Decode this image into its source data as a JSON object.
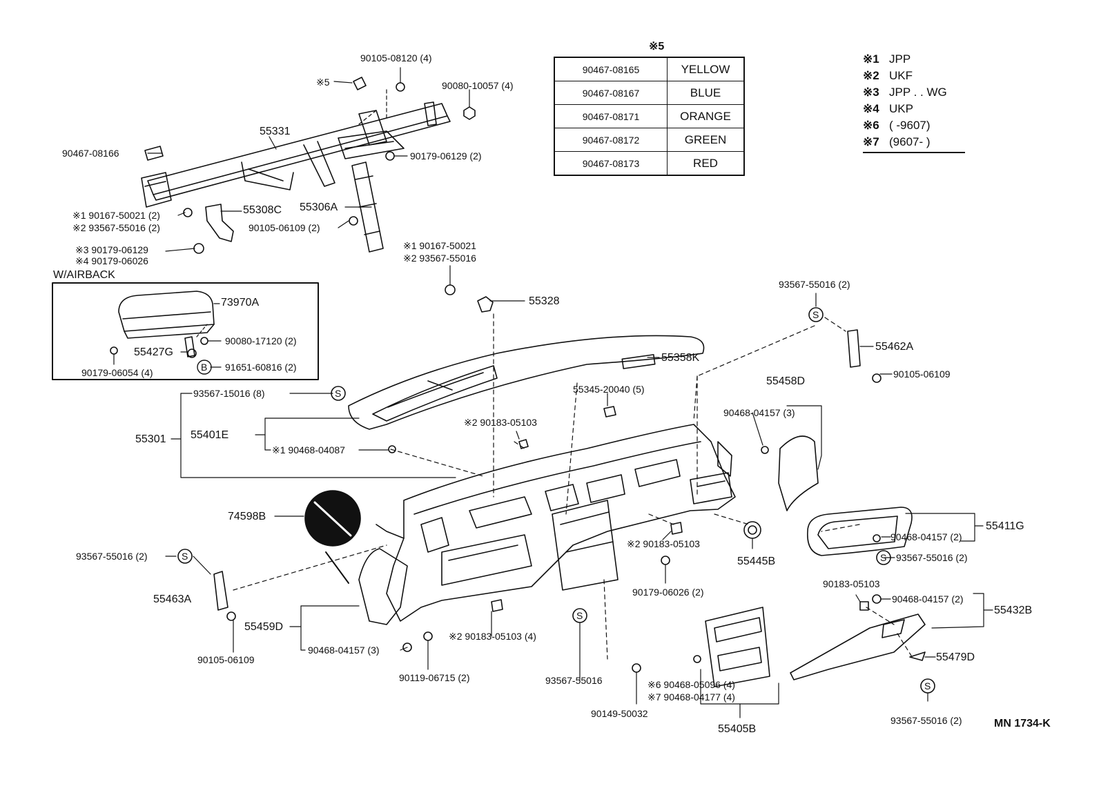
{
  "diagram": {
    "section_labels": {
      "airback_box": "W/AIRBACK",
      "note5_header": "※5",
      "drawing_code": "MN 1734-K"
    },
    "color_table": [
      {
        "part": "90467-08165",
        "color": "YELLOW"
      },
      {
        "part": "90467-08167",
        "color": "BLUE"
      },
      {
        "part": "90467-08171",
        "color": "ORANGE"
      },
      {
        "part": "90467-08172",
        "color": "GREEN"
      },
      {
        "part": "90467-08173",
        "color": "RED"
      }
    ],
    "legend": [
      {
        "key": "※1",
        "value": "JPP"
      },
      {
        "key": "※2",
        "value": "UKF"
      },
      {
        "key": "※3",
        "value": "JPP . . WG"
      },
      {
        "key": "※4",
        "value": "UKP"
      },
      {
        "key": "※6",
        "value": "(        -9607)"
      },
      {
        "key": "※7",
        "value": "(9607-        )"
      }
    ],
    "callouts": [
      {
        "id": "c1",
        "text": "90105-08120 (4)"
      },
      {
        "id": "c2",
        "text": "※5"
      },
      {
        "id": "c3",
        "text": "90080-10057 (4)"
      },
      {
        "id": "c4",
        "text": "55331"
      },
      {
        "id": "c5",
        "text": "90467-08166"
      },
      {
        "id": "c6",
        "text": "90179-06129 (2)"
      },
      {
        "id": "c7",
        "text": "※1 90167-50021 (2)"
      },
      {
        "id": "c8",
        "text": "※2 93567-55016 (2)"
      },
      {
        "id": "c9",
        "text": "55308C"
      },
      {
        "id": "c10",
        "text": "55306A"
      },
      {
        "id": "c11",
        "text": "90105-06109 (2)"
      },
      {
        "id": "c12",
        "text": "※3 90179-06129"
      },
      {
        "id": "c13",
        "text": "※4 90179-06026"
      },
      {
        "id": "c14",
        "text": "※1  90167-50021"
      },
      {
        "id": "c15",
        "text": "※2  93567-55016"
      },
      {
        "id": "c16",
        "text": "73970A"
      },
      {
        "id": "c17",
        "text": "90080-17120 (2)"
      },
      {
        "id": "c18",
        "text": "55427G"
      },
      {
        "id": "c19",
        "text": "91651-60816 (2)"
      },
      {
        "id": "c20",
        "text": "90179-06054 (4)"
      },
      {
        "id": "c21",
        "text": "55328"
      },
      {
        "id": "c22",
        "text": "93567-55016 (2)"
      },
      {
        "id": "c23",
        "text": "55462A"
      },
      {
        "id": "c24",
        "text": "90105-06109"
      },
      {
        "id": "c25",
        "text": "55358K"
      },
      {
        "id": "c26",
        "text": "93567-15016 (8)"
      },
      {
        "id": "c27",
        "text": "55345-20040 (5)"
      },
      {
        "id": "c28",
        "text": "55458D"
      },
      {
        "id": "c29",
        "text": "90468-04157 (3)"
      },
      {
        "id": "c30",
        "text": "55301"
      },
      {
        "id": "c31",
        "text": "55401E"
      },
      {
        "id": "c32",
        "text": "※2 90183-05103"
      },
      {
        "id": "c33",
        "text": "※1  90468-04087"
      },
      {
        "id": "c34",
        "text": "74598B"
      },
      {
        "id": "c35",
        "text": "55411G"
      },
      {
        "id": "c36",
        "text": "90468-04157 (2)"
      },
      {
        "id": "c37",
        "text": "93567-55016 (2)"
      },
      {
        "id": "c38",
        "text": "93567-55016 (2)"
      },
      {
        "id": "c39",
        "text": "※2 90183-05103"
      },
      {
        "id": "c40",
        "text": "55445B"
      },
      {
        "id": "c41",
        "text": "55463A"
      },
      {
        "id": "c42",
        "text": "90179-06026 (2)"
      },
      {
        "id": "c43",
        "text": "90183-05103"
      },
      {
        "id": "c44",
        "text": "90468-04157 (2)"
      },
      {
        "id": "c45",
        "text": "55432B"
      },
      {
        "id": "c46",
        "text": "55459D"
      },
      {
        "id": "c47",
        "text": "※2 90183-05103 (4)"
      },
      {
        "id": "c48",
        "text": "55479D"
      },
      {
        "id": "c49",
        "text": "90468-04157 (3)"
      },
      {
        "id": "c50",
        "text": "90105-06109"
      },
      {
        "id": "c51",
        "text": "90119-06715 (2)"
      },
      {
        "id": "c52",
        "text": "93567-55016"
      },
      {
        "id": "c53",
        "text": "※6 90468-05096 (4)"
      },
      {
        "id": "c54",
        "text": "※7 90468-04177 (4)"
      },
      {
        "id": "c55",
        "text": "93567-55016 (2)"
      },
      {
        "id": "c56",
        "text": "90149-50032"
      },
      {
        "id": "c57",
        "text": "55405B"
      }
    ],
    "symbols": {
      "s_mark": "S",
      "b_mark": "B"
    }
  }
}
